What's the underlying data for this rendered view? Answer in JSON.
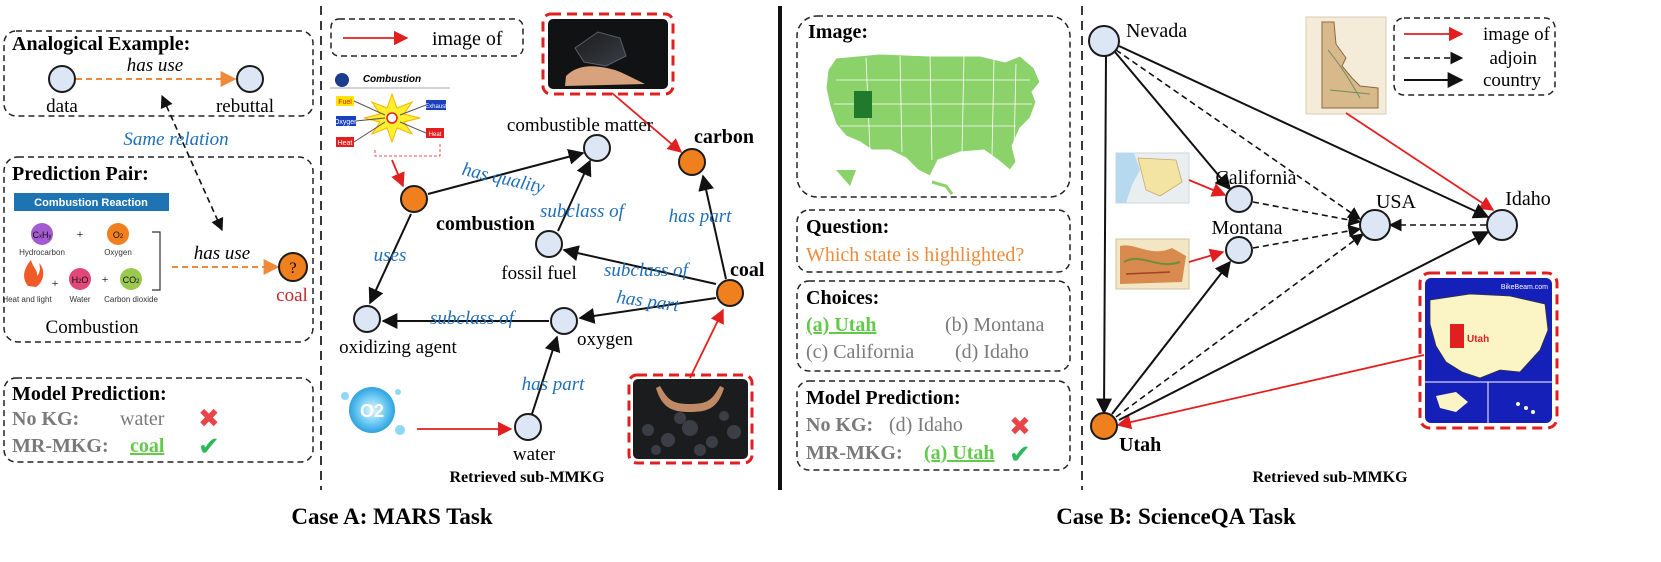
{
  "case_a": {
    "caption": "Case A: MARS Task",
    "analogical": {
      "title": "Analogical Example:",
      "head": "data",
      "tail": "rebuttal",
      "relation": "has use"
    },
    "same_relation": "Same relation",
    "prediction_pair": {
      "title": "Prediction Pair:",
      "image_title": "Combustion Reaction",
      "hydrocarbon": "Hydrocarbon",
      "oxygen": "Oxygen",
      "heat_light": "Heat and light",
      "water": "Water",
      "co2": "Carbon dioxide",
      "image_label": "Combustion",
      "relation": "has use",
      "question_mark": "?",
      "answer": "coal"
    },
    "model_prediction": {
      "title": "Model Prediction:",
      "rows": [
        {
          "label": "No KG:",
          "value": "water",
          "mark": "✖"
        },
        {
          "label": "MR-MKG:",
          "value": "coal",
          "mark": "✔"
        }
      ]
    },
    "legend": {
      "label": "image of"
    },
    "combustion_image": {
      "title": "Combustion",
      "fuel": "Fuel",
      "oxygen": "Oxygen",
      "heat": "Heat",
      "exhaust": "Exhaust",
      "heat2": "Heat"
    },
    "graph": {
      "nodes": {
        "combustion": "combustion",
        "combustible_matter": "combustible matter",
        "carbon": "carbon",
        "fossil_fuel": "fossil fuel",
        "coal": "coal",
        "oxidizing_agent": "oxidizing agent",
        "oxygen": "oxygen",
        "water": "water"
      },
      "edges": {
        "has_quality": "has quality",
        "uses": "uses",
        "subclass_of_1": "subclass of",
        "subclass_of_2": "subclass of",
        "subclass_of_3": "subclass of",
        "has_part_1": "has part",
        "has_part_2": "has part",
        "has_part_3": "has part"
      },
      "o2_label": "O2"
    },
    "subgraph_label": "Retrieved sub-MMKG"
  },
  "case_b": {
    "caption": "Case B: ScienceQA Task",
    "image_title": "Image:",
    "question_title": "Question:",
    "question": "Which state is highlighted?",
    "choices_title": "Choices:",
    "choices": [
      "(a) Utah",
      "(b) Montana",
      "(c) California",
      "(d) Idaho"
    ],
    "model_prediction": {
      "title": "Model Prediction:",
      "rows": [
        {
          "label": "No KG:",
          "value": "(d) Idaho",
          "mark": "✖"
        },
        {
          "label": "MR-MKG:",
          "value": "(a) Utah",
          "mark": "✔"
        }
      ]
    },
    "legend": {
      "image_of": "image of",
      "adjoin": "adjoin",
      "country": "country"
    },
    "graph": {
      "nodes": {
        "nevada": "Nevada",
        "california": "California",
        "montana": "Montana",
        "usa": "USA",
        "idaho": "Idaho",
        "utah": "Utah"
      },
      "map_label": "Utah",
      "map_watermark": "BikeBeam.com"
    },
    "subgraph_label": "Retrieved sub-MMKG"
  },
  "colors": {
    "relation_blue": "#1f6fb8",
    "entity_orange": "#f07f1e",
    "node_blue": "#dde6f5",
    "image_red": "#e21f1f",
    "correct_green": "#62c94a",
    "question_orange": "#ee8a3a",
    "wrong_red": "#e8454a"
  }
}
